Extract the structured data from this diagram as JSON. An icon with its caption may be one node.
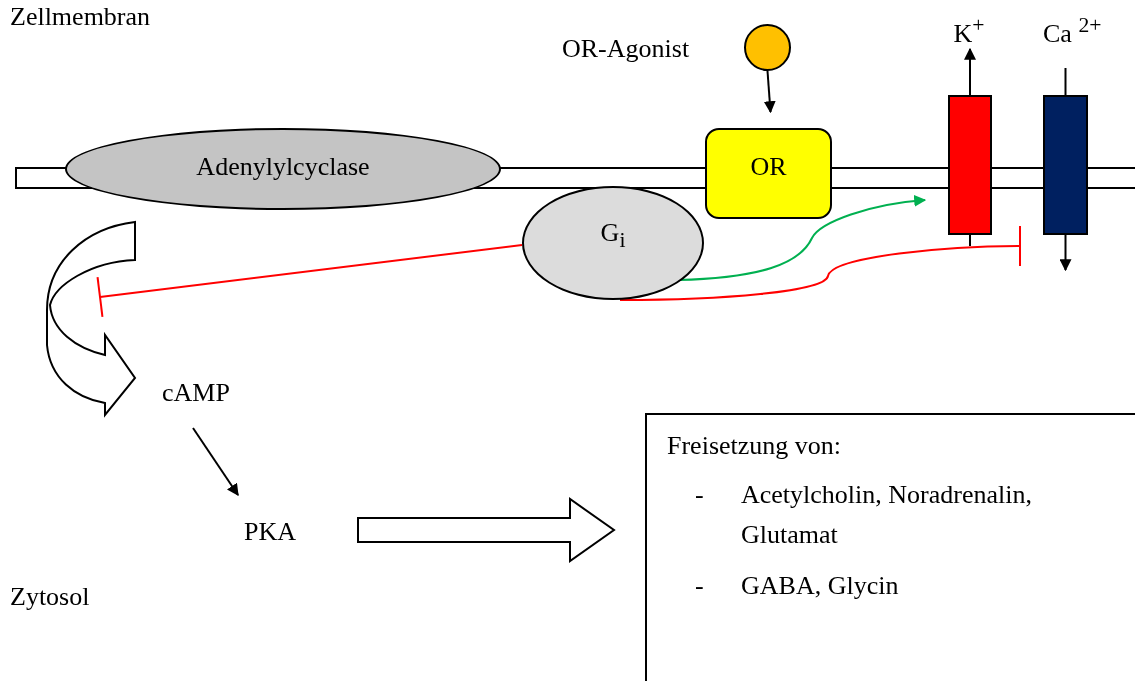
{
  "diagram": {
    "nodes": [
      {
        "text": [
          "Adenylylcyclase"
        ]
      },
      {
        "text": [],
        "shape": "circle",
        "beside": [
          "OR-Agonist"
        ]
      },
      {
        "text": [
          "OR"
        ]
      },
      {
        "text": [
          "G$_{i}$"
        ]
      },
      {
        "text": [],
        "shape": "bar"
      },
      {
        "text": [],
        "shape": "bar",
        "beside": [
          "Ca $^{2+}$"
        ]
      },
      {
        "text": [
          "cAMP"
        ]
      },
      {
        "text": [
          "PKA"
        ]
      },
      {
        "text": [
          "Freisetzung von:",
          "-",
          "Acetylcholin, Noradrenalin, Glutamat",
          "-",
          "GABA, Glycin"
        ]
      },
      {
        "text": [
          "K$^{+}$"
        ]
      }
    ],
    "edges": [
      {
        "from": 1,
        "to": 2,
        "arrow": "to"
      },
      {
        "from": 0,
        "to": 6,
        "arrow": "to",
        "style": "thick"
      },
      {
        "from": 3,
        "to": null,
        "arrow": "other",
        "color": "#ff0000"
      },
      {
        "from": 3,
        "to": 4,
        "arrow": "to",
        "color": "#00b050"
      },
      {
        "from": 3,
        "to": 5,
        "arrow": "other",
        "color": "#ff0000"
      },
      {
        "from": 6,
        "to": 7,
        "arrow": "to"
      },
      {
        "from": 7,
        "to": 8,
        "arrow": "to",
        "style": "thick"
      },
      {
        "from": 4,
        "to": 9,
        "arrow": "to"
      },
      {
        "from": null,
        "to": 5,
        "arrow": "none"
      },
      {
        "from": 5,
        "to": null,
        "arrow": "to"
      },
      {
        "from": 4,
        "to": null,
        "arrow": "none"
      }
    ],
    "labels": [
      "Zellmembran",
      "Zytosol"
    ]
  }
}
